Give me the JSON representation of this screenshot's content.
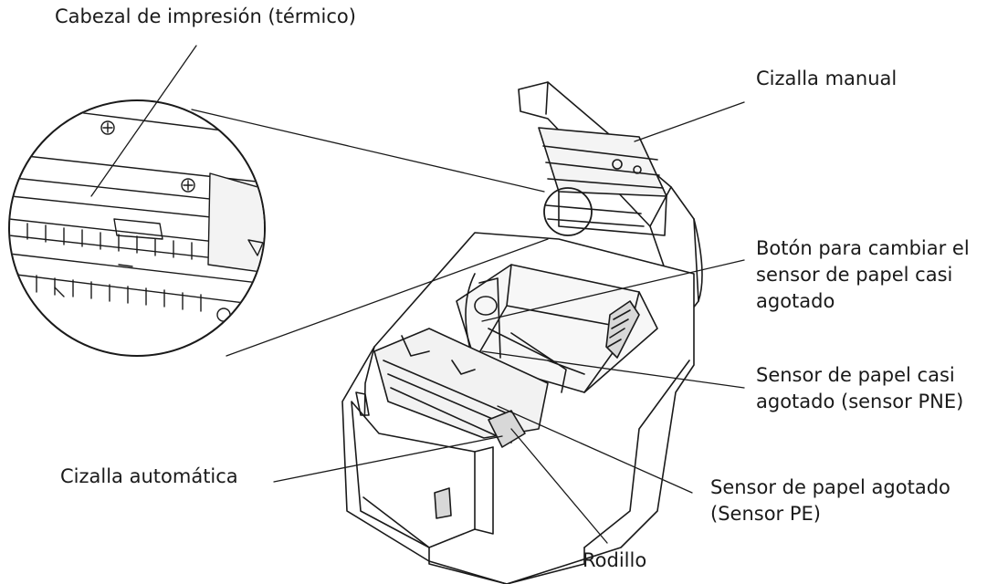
{
  "labels": {
    "print_head": "Cabezal de impresión (térmico)",
    "manual_cutter": "Cizalla manual",
    "pne_button": [
      "Botón para cambiar el",
      "sensor de papel casi",
      "agotado"
    ],
    "pne_sensor": [
      "Sensor de papel casi",
      "agotado (sensor PNE)"
    ],
    "auto_cutter": "Cizalla automática",
    "pe_sensor": [
      "Sensor de papel agotado",
      "(Sensor PE)"
    ],
    "roller": "Rodillo"
  },
  "colors": {
    "ink": "#1a1a1a",
    "fill": "#ffffff",
    "shade": "#d8d8d8"
  }
}
